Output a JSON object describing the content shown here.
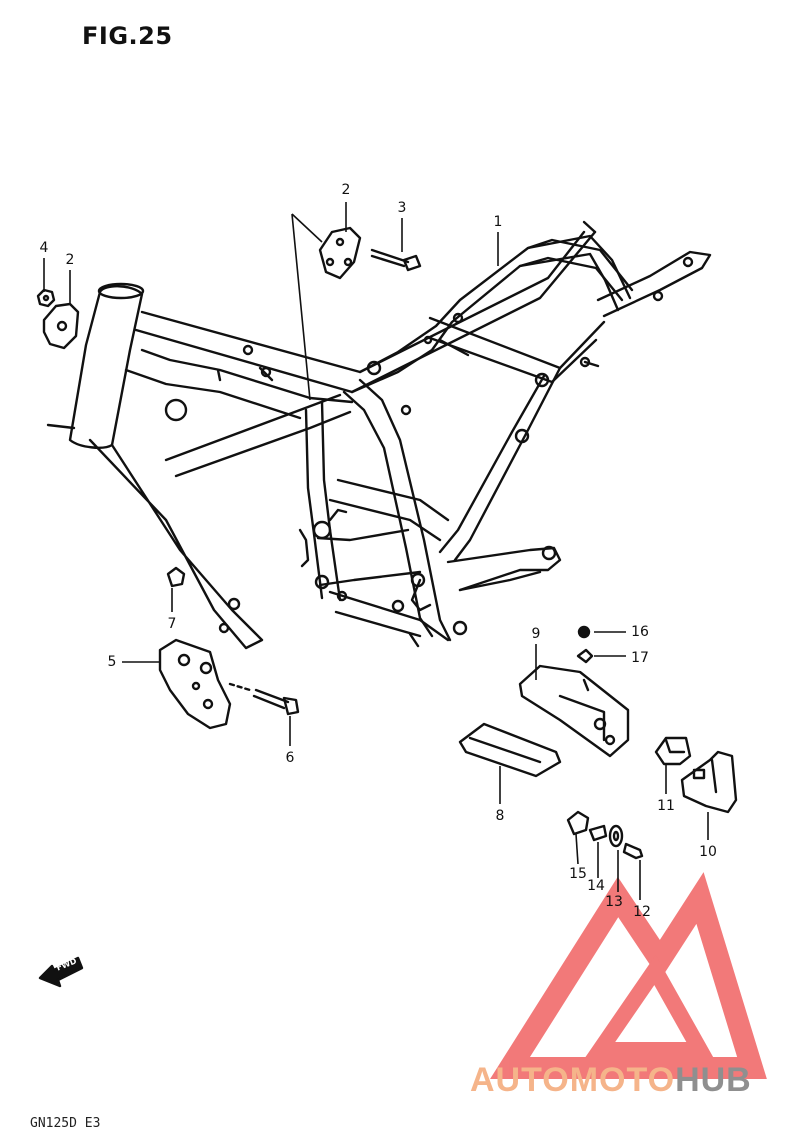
{
  "figure": {
    "title": "FIG.25",
    "model_code": "GN125D E3"
  },
  "fwd_badge": {
    "label": "FWD"
  },
  "callouts": [
    {
      "id": "1",
      "label": "1"
    },
    {
      "id": "2a",
      "label": "2"
    },
    {
      "id": "2b",
      "label": "2"
    },
    {
      "id": "3",
      "label": "3"
    },
    {
      "id": "4",
      "label": "4"
    },
    {
      "id": "5",
      "label": "5"
    },
    {
      "id": "6",
      "label": "6"
    },
    {
      "id": "7",
      "label": "7"
    },
    {
      "id": "8",
      "label": "8"
    },
    {
      "id": "9",
      "label": "9"
    },
    {
      "id": "10",
      "label": "10"
    },
    {
      "id": "11",
      "label": "11"
    },
    {
      "id": "12",
      "label": "12"
    },
    {
      "id": "13",
      "label": "13"
    },
    {
      "id": "14",
      "label": "14"
    },
    {
      "id": "15",
      "label": "15"
    },
    {
      "id": "16",
      "label": "16"
    },
    {
      "id": "17",
      "label": "17"
    }
  ],
  "watermark": {
    "text_part1": "AUTOMOTO",
    "text_part2": "HUB",
    "color_part1": "#f5b48a",
    "color_part2": "#8f8f8f",
    "logo_color": "#ee4d4d"
  }
}
